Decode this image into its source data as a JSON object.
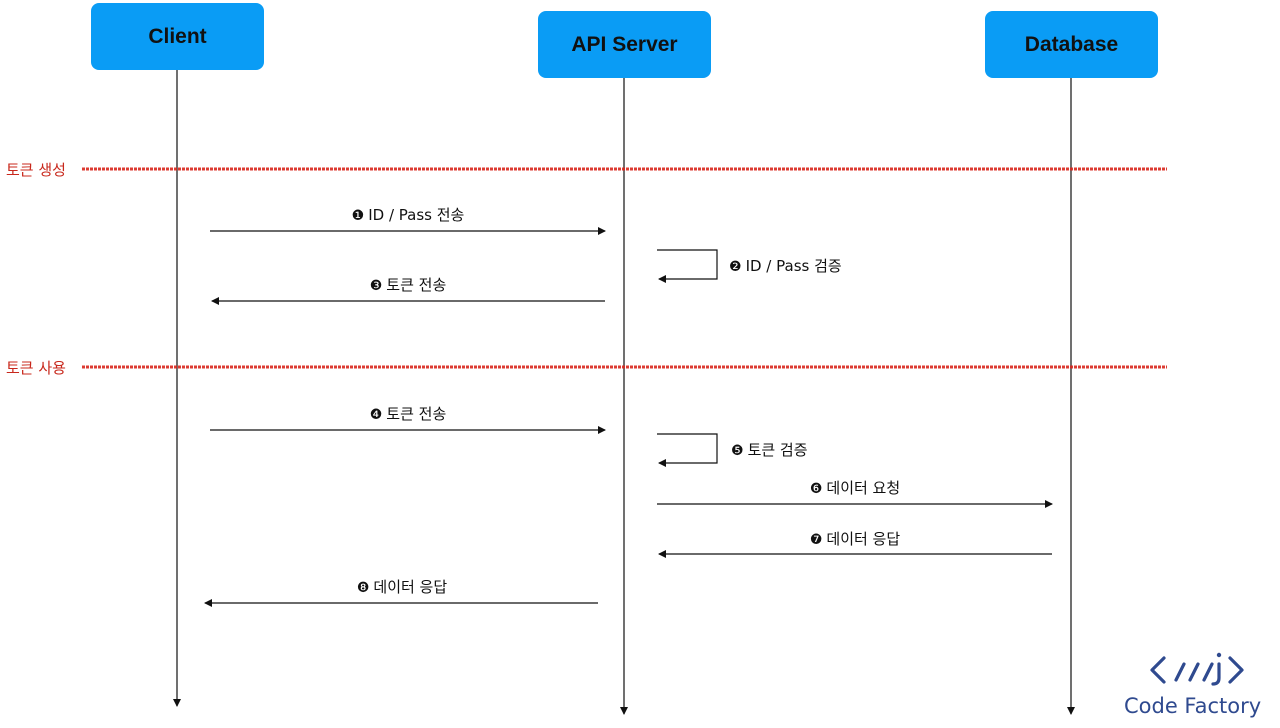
{
  "actors": {
    "client": "Client",
    "api_server": "API Server",
    "database": "Database"
  },
  "phases": {
    "token_create": "토큰 생성",
    "token_use": "토큰 사용"
  },
  "messages": [
    {
      "num": "❶",
      "text": "ID / Pass 전송"
    },
    {
      "num": "❷",
      "text": "ID / Pass 검증"
    },
    {
      "num": "❸",
      "text": "토큰 전송"
    },
    {
      "num": "❹",
      "text": "토큰 전송"
    },
    {
      "num": "❺",
      "text": "토큰 검증"
    },
    {
      "num": "❻",
      "text": "데이터 요청"
    },
    {
      "num": "❼",
      "text": "데이터 응답"
    },
    {
      "num": "❽",
      "text": "데이터 응답"
    }
  ],
  "logo": {
    "text": "Code Factory"
  },
  "colors": {
    "actor_fill": "#0a9cf5",
    "phase_line": "#d9261c",
    "phase_text": "#c8281c",
    "logo": "#2f4a8f"
  }
}
